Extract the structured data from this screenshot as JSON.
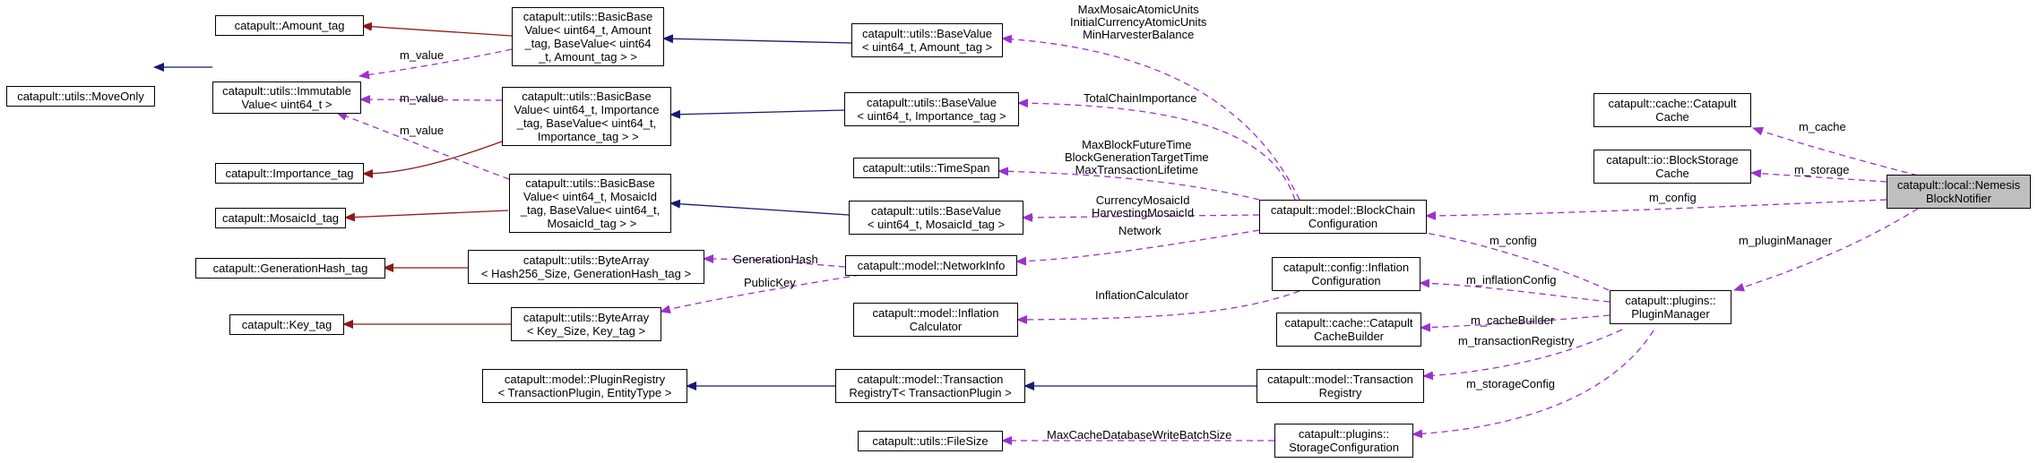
{
  "nodes": {
    "amount_tag": "catapult::Amount_tag",
    "moveonly": "catapult::utils::MoveOnly",
    "immutable": "catapult::utils::Immutable\nValue< uint64_t >",
    "importance_tag": "catapult::Importance_tag",
    "mosaicid_tag": "catapult::MosaicId_tag",
    "genhash_tag": "catapult::GenerationHash_tag",
    "key_tag": "catapult::Key_tag",
    "pluginregistry": "catapult::model::PluginRegistry\n< TransactionPlugin, EntityType >",
    "bb_amount": "catapult::utils::BasicBase\nValue< uint64_t, Amount\n_tag, BaseValue< uint64\n_t, Amount_tag > >",
    "bb_importance": "catapult::utils::BasicBase\nValue< uint64_t, Importance\n_tag, BaseValue< uint64_t,\n Importance_tag > >",
    "bb_mosaic": "catapult::utils::BasicBase\nValue< uint64_t, MosaicId\n_tag, BaseValue< uint64_t,\n MosaicId_tag > >",
    "bytearray_hash": "catapult::utils::ByteArray\n< Hash256_Size, GenerationHash_tag >",
    "bytearray_key": "catapult::utils::ByteArray\n< Key_Size, Key_tag >",
    "bv_amount": "catapult::utils::BaseValue\n< uint64_t, Amount_tag >",
    "bv_importance": "catapult::utils::BaseValue\n< uint64_t, Importance_tag >",
    "timespan": "catapult::utils::TimeSpan",
    "bv_mosaic": "catapult::utils::BaseValue\n< uint64_t, MosaicId_tag >",
    "networkinfo": "catapult::model::NetworkInfo",
    "inflationcalc": "catapult::model::Inflation\nCalculator",
    "txregistryT": "catapult::model::Transaction\nRegistryT< TransactionPlugin >",
    "filesize": "catapult::utils::FileSize",
    "blockchainconfig": "catapult::model::BlockChain\nConfiguration",
    "inflationconfig": "catapult::config::Inflation\nConfiguration",
    "cachebuilder": "catapult::cache::Catapult\nCacheBuilder",
    "txregistry": "catapult::model::Transaction\nRegistry",
    "storageconfig": "catapult::plugins::\nStorageConfiguration",
    "catapultcache": "catapult::cache::Catapult\nCache",
    "blockstoragecache": "catapult::io::BlockStorage\nCache",
    "pluginmanager": "catapult::plugins::\nPluginManager",
    "nemesis": "catapult::local::Nemesis\nBlockNotifier"
  },
  "edge_labels": {
    "m_value_1": "m_value",
    "m_value_2": "m_value",
    "m_value_3": "m_value",
    "amount_members": "MaxMosaicAtomicUnits\nInitialCurrencyAtomicUnits\nMinHarvesterBalance",
    "importance_member": "TotalChainImportance",
    "timespan_members": "MaxBlockFutureTime\nBlockGenerationTargetTime\nMaxTransactionLifetime",
    "mosaic_members": "CurrencyMosaicId\nHarvestingMosaicId",
    "network": "Network",
    "generationhash": "GenerationHash",
    "publickey": "PublicKey",
    "inflationcalculator": "InflationCalculator",
    "maxcache": "MaxCacheDatabaseWriteBatchSize",
    "m_cache": "m_cache",
    "m_storage": "m_storage",
    "m_config_1": "m_config",
    "m_config_2": "m_config",
    "m_pluginmanager": "m_pluginManager",
    "m_inflationconfig": "m_inflationConfig",
    "m_cachebuilder": "m_cacheBuilder",
    "m_transactionregistry": "m_transactionRegistry",
    "m_storageconfig": "m_storageConfig"
  },
  "colors": {
    "inheritance": "#191970",
    "template": "#8b1a1a",
    "usage": "#9a32cd",
    "focus_fill": "#bfbfbf"
  }
}
